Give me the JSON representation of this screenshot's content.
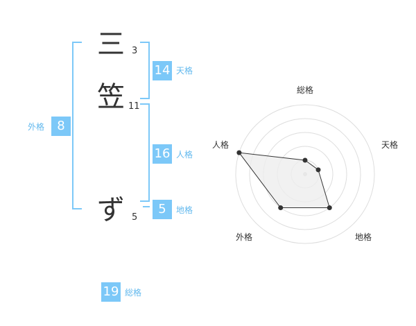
{
  "name": {
    "characters": [
      {
        "char": "三",
        "strokes": "3"
      },
      {
        "char": "笠",
        "strokes": "11"
      },
      {
        "char": "ず",
        "strokes": "5"
      }
    ]
  },
  "kaku": {
    "tenkaku": {
      "label": "天格",
      "value": "14"
    },
    "jinkaku": {
      "label": "人格",
      "value": "16"
    },
    "chikaku": {
      "label": "地格",
      "value": "5"
    },
    "gaikaku": {
      "label": "外格",
      "value": "8"
    },
    "soukaku": {
      "label": "総格",
      "value": "19"
    }
  },
  "radar": {
    "labels": {
      "soukaku": "総格",
      "tenkaku": "天格",
      "chikaku": "地格",
      "gaikaku": "外格",
      "jinkaku": "人格"
    },
    "scale_max": 5,
    "rings": 5,
    "values": {
      "soukaku": 1,
      "tenkaku": 1,
      "chikaku": 3,
      "gaikaku": 3,
      "jinkaku": 5
    }
  },
  "colors": {
    "accent": "#7cc8f8",
    "label_text": "#63b9ee",
    "radar_fill": "#eeeeee",
    "ring": "#dddddd"
  }
}
